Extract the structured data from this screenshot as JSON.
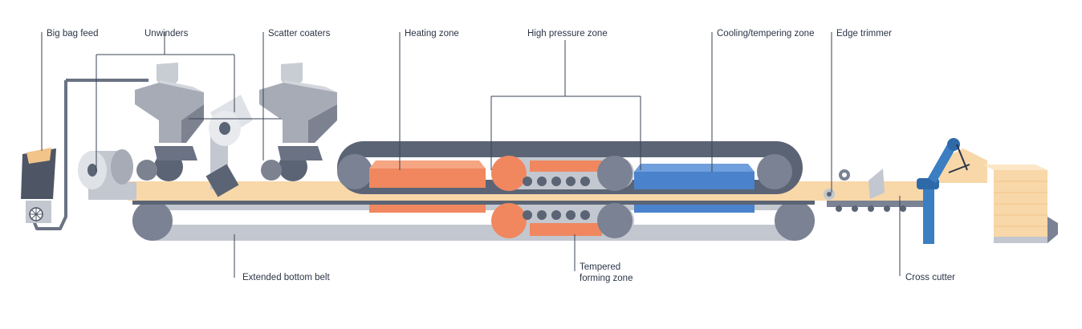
{
  "labels": {
    "big_bag_feed": "Big bag feed",
    "unwinders": "Unwinders",
    "scatter_coaters": "Scatter coaters",
    "heating_zone": "Heating zone",
    "high_pressure_zone": "High pressure zone",
    "cooling_tempering_zone": "Cooling/tempering zone",
    "edge_trimmer": "Edge trimmer",
    "extended_bottom_belt": "Extended bottom belt",
    "tempered_forming_zone_line1": "Tempered",
    "tempered_forming_zone_line2": "forming zone",
    "cross_cutter": "Cross cutter"
  },
  "colors": {
    "belt_dark": "#5b6475",
    "belt_mid": "#7a8293",
    "belt_light": "#c3c7cf",
    "hopper_light": "#a6abb5",
    "hopper_dark": "#7c8290",
    "mat": "#f8d7a8",
    "heating": "#f0875f",
    "cooling": "#4a82cc",
    "cutter": "#3b7ec2",
    "leader": "#3a4354"
  }
}
